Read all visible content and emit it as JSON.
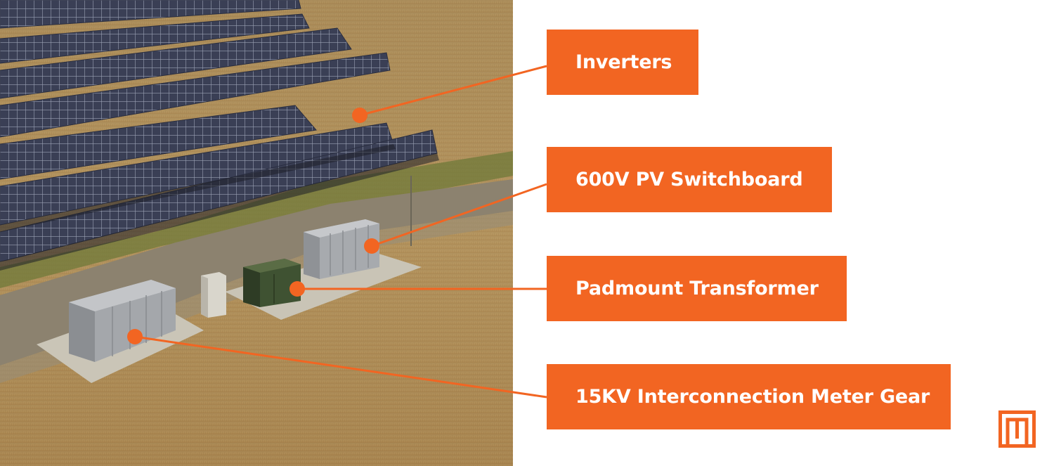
{
  "colors": {
    "accent": "#f26522",
    "background": "#ffffff"
  },
  "photo": {
    "subject": "aerial-solar-farm-equipment-pads",
    "icon": "photo"
  },
  "callouts": [
    {
      "id": "inverters",
      "label": "Inverters"
    },
    {
      "id": "switchboard",
      "label": "600V PV Switchboard"
    },
    {
      "id": "transformer",
      "label": "Padmount Transformer"
    },
    {
      "id": "meter-gear",
      "label": "15KV Interconnection Meter Gear"
    }
  ],
  "logo": {
    "icon": "brand-logo-icon"
  }
}
